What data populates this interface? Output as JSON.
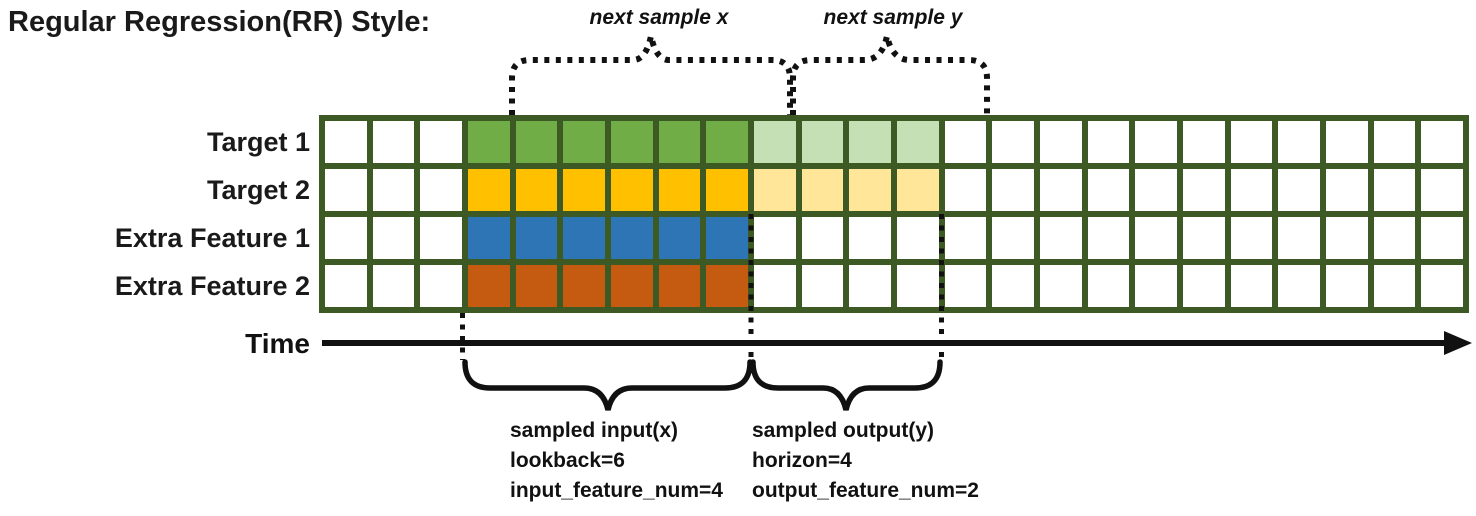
{
  "title": "Regular Regression(RR) Style:",
  "colors": {
    "grid_border": "#3d5a25",
    "empty_cell": "#ffffff",
    "ink": "#111111",
    "target1_input": "#70AD47",
    "target1_output": "#C5E0B4",
    "target2_input": "#FFC000",
    "target2_output": "#FFE699",
    "extra1_input": "#2E75B6",
    "extra2_input": "#C55A11"
  },
  "grid": {
    "columns": 24,
    "lookback_start_col": 3,
    "lookback": 6,
    "horizon": 4,
    "rows": [
      {
        "label": "Target 1",
        "input_fill": "#70AD47",
        "output_fill": "#C5E0B4"
      },
      {
        "label": "Target 2",
        "input_fill": "#FFC000",
        "output_fill": "#FFE699"
      },
      {
        "label": "Extra Feature 1",
        "input_fill": "#2E75B6",
        "output_fill": null
      },
      {
        "label": "Extra Feature 2",
        "input_fill": "#C55A11",
        "output_fill": null
      }
    ]
  },
  "annotations": {
    "next_sample_x": "next sample x",
    "next_sample_y": "next sample y",
    "time_label": "Time",
    "input_block": {
      "line1": "sampled input(x)",
      "line2": "lookback=6",
      "line3": "input_feature_num=4"
    },
    "output_block": {
      "line1": "sampled output(y)",
      "line2": "horizon=4",
      "line3": "output_feature_num=2"
    }
  }
}
